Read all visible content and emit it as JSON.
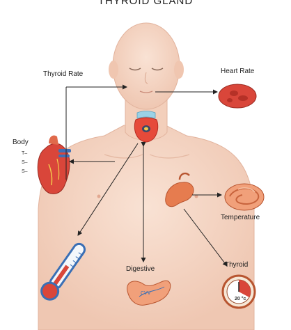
{
  "title": "THYROID GLAND",
  "labels": {
    "thyroid_rate": "Thyroid Rate",
    "heart_rate": "Heart Rate",
    "body": "Body",
    "temperature": "Temperature",
    "digestive": "Digestive",
    "thyroid": "Thyroid",
    "pancreas_text": "CVV",
    "clock_text": "20 °c"
  },
  "body_ticks": [
    "T–",
    "S–",
    "S–"
  ],
  "colors": {
    "skin": "#f6d7c6",
    "skin_shadow": "#e9bca6",
    "organ_red": "#d9463a",
    "organ_orange": "#e67c4f",
    "arrow": "#222222",
    "thermometer_blue": "#3a6fb5"
  }
}
